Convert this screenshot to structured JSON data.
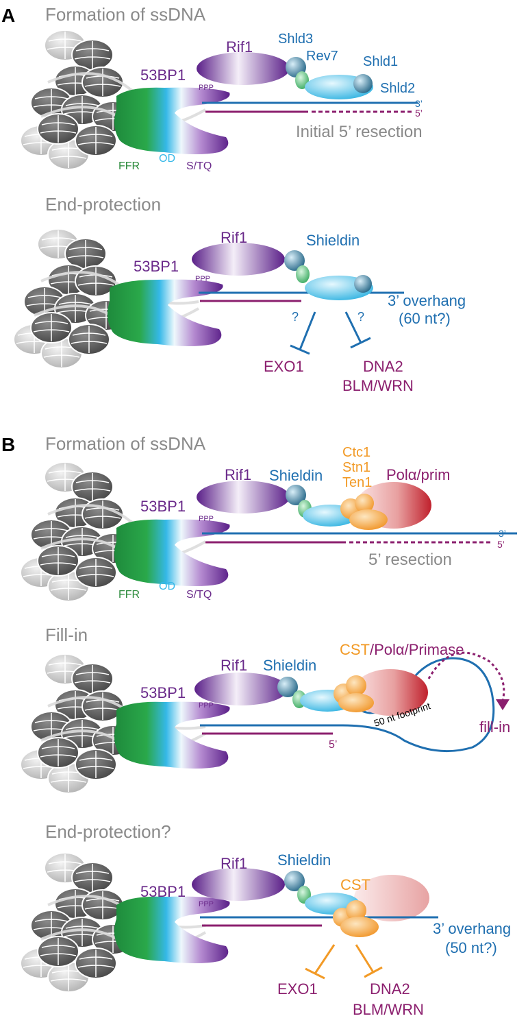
{
  "colors": {
    "purple": "#6a2a8a",
    "magenta": "#8b1f6e",
    "blue": "#1f6fb0",
    "gray": "#8a8a8a",
    "green": "#2a8a3a",
    "orange": "#f29a26",
    "red": "#c0202c"
  },
  "panels": [
    {
      "letter": "A",
      "title": "Formation of ssDNA",
      "labels": {
        "bp53": "53BP1",
        "ppp": "PPP",
        "rif1": "Rif1",
        "shld3": "Shld3",
        "rev7": "Rev7",
        "shld1": "Shld1",
        "shld2": "Shld2",
        "end3": "3’",
        "end5": "5’",
        "resection": "Initial 5’ resection",
        "ffr": "FFR",
        "od": "OD",
        "stq": "S/TQ"
      }
    },
    {
      "title": "End-protection",
      "labels": {
        "bp53": "53BP1",
        "ppp": "PPP",
        "rif1": "Rif1",
        "shieldin": "Shieldin",
        "q1": "?",
        "q2": "?",
        "overhang1": "3’ overhang",
        "overhang2": "(60 nt?)",
        "exo1": "EXO1",
        "dna2": "DNA2",
        "blmwrn": "BLM/WRN"
      }
    },
    {
      "letter": "B",
      "title": "Formation of ssDNA",
      "labels": {
        "bp53": "53BP1",
        "ppp": "PPP",
        "rif1": "Rif1",
        "shieldin": "Shieldin",
        "ctc1": "Ctc1",
        "stn1": "Stn1",
        "ten1": "Ten1",
        "pola": "Polα/prim",
        "end3": "3’",
        "end5": "5’",
        "resection": "5’ resection",
        "ffr": "FFR",
        "od": "OD",
        "stq": "S/TQ"
      }
    },
    {
      "title": "Fill-in",
      "labels": {
        "bp53": "53BP1",
        "ppp": "PPP",
        "rif1": "Rif1",
        "shieldin": "Shieldin",
        "cst": "CST",
        "polaprimase": "/Polα/Primase",
        "end5": "5’",
        "footprint": "50 nt footprint",
        "fillin": "fill-in"
      }
    },
    {
      "title": "End-protection?",
      "labels": {
        "bp53": "53BP1",
        "ppp": "PPP",
        "rif1": "Rif1",
        "shieldin": "Shieldin",
        "cst": "CST",
        "overhang1": "3’ overhang",
        "overhang2": "(50 nt?)",
        "exo1": "EXO1",
        "dna2": "DNA2",
        "blmwrn": "BLM/WRN"
      }
    }
  ]
}
